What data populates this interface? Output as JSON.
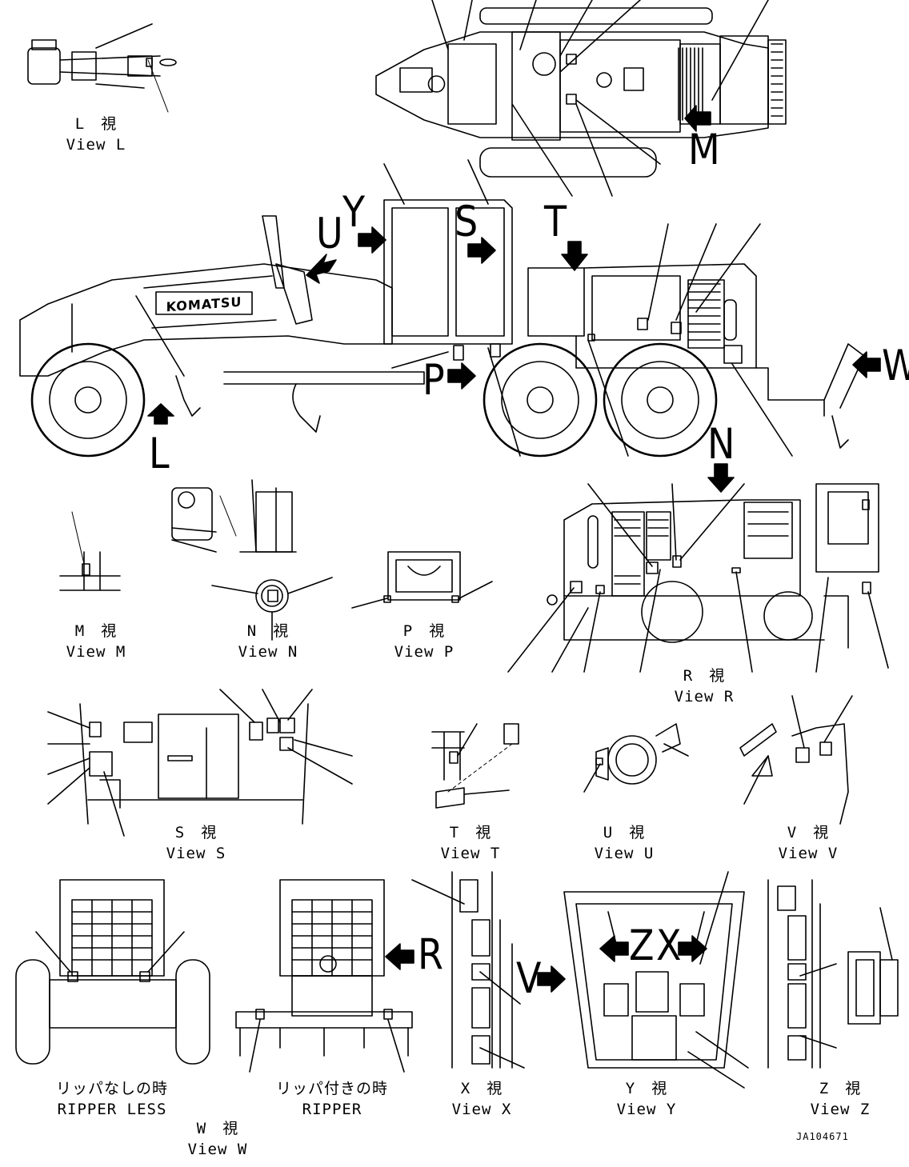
{
  "views": {
    "l": {
      "jp": "L　視",
      "en": "View L"
    },
    "m": {
      "jp": "M　視",
      "en": "View M"
    },
    "n": {
      "jp": "N　視",
      "en": "View N"
    },
    "p": {
      "jp": "P　視",
      "en": "View P"
    },
    "r": {
      "jp": "R　視",
      "en": "View R"
    },
    "s": {
      "jp": "S　視",
      "en": "View S"
    },
    "t": {
      "jp": "T　視",
      "en": "View T"
    },
    "u": {
      "jp": "U　視",
      "en": "View U"
    },
    "v": {
      "jp": "V　視",
      "en": "View V"
    },
    "w": {
      "jp": "W　視",
      "en": "View W"
    },
    "x": {
      "jp": "X　視",
      "en": "View X"
    },
    "y": {
      "jp": "Y　視",
      "en": "View Y"
    },
    "z": {
      "jp": "Z　視",
      "en": "View Z"
    }
  },
  "ripper_less": {
    "jp": "リッパなしの時",
    "en": "RIPPER LESS"
  },
  "ripper": {
    "jp": "リッパ付きの時",
    "en": "RIPPER"
  },
  "arrow_letters": {
    "l": "L",
    "m": "M",
    "n": "N",
    "p": "P",
    "r": "R",
    "s": "S",
    "t": "T",
    "u": "U",
    "v": "V",
    "w": "W",
    "y": "Y",
    "z": "Z",
    "x": "X"
  },
  "brand_text": "KOMATSU",
  "drawing_code": "JA104671"
}
